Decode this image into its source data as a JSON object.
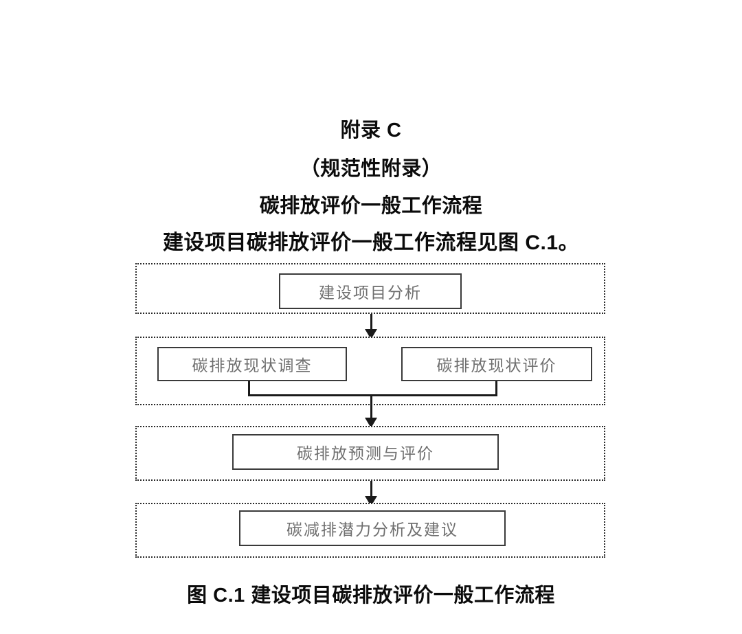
{
  "document": {
    "appendix_title": "附录 C",
    "appendix_type": "（规范性附录）",
    "appendix_subject": "碳排放评价一般工作流程",
    "intro_text": "建设项目碳排放评价一般工作流程见图 C.1。",
    "figure_caption": "图 C.1  建设项目碳排放评价一般工作流程"
  },
  "flowchart": {
    "type": "flow-diagram",
    "orientation": "top-to-bottom",
    "stages": [
      {
        "index": 1,
        "nodes": [
          {
            "id": "node-1",
            "label": "建设项目分析"
          }
        ]
      },
      {
        "index": 2,
        "nodes": [
          {
            "id": "node-2",
            "label": "碳排放现状调查"
          },
          {
            "id": "node-3",
            "label": "碳排放现状评价"
          }
        ]
      },
      {
        "index": 3,
        "nodes": [
          {
            "id": "node-4",
            "label": "碳排放预测与评价"
          }
        ]
      },
      {
        "index": 4,
        "nodes": [
          {
            "id": "node-5",
            "label": "碳减排潜力分析及建议"
          }
        ]
      }
    ],
    "connectors": [
      {
        "from": "node-1",
        "to": "stage-2",
        "style": "arrow-down"
      },
      {
        "from": "node-2,node-3",
        "to": "node-4",
        "style": "merge-then-arrow-down"
      },
      {
        "from": "node-4",
        "to": "node-5",
        "style": "arrow-down"
      }
    ],
    "colors": {
      "page_background": "#ffffff",
      "group_border": "#2b2b2b",
      "node_border": "#3a3a3a",
      "node_text": "#6f6f6f",
      "heading_text": "#0b0b0b",
      "connector": "#1a1a1a"
    }
  }
}
